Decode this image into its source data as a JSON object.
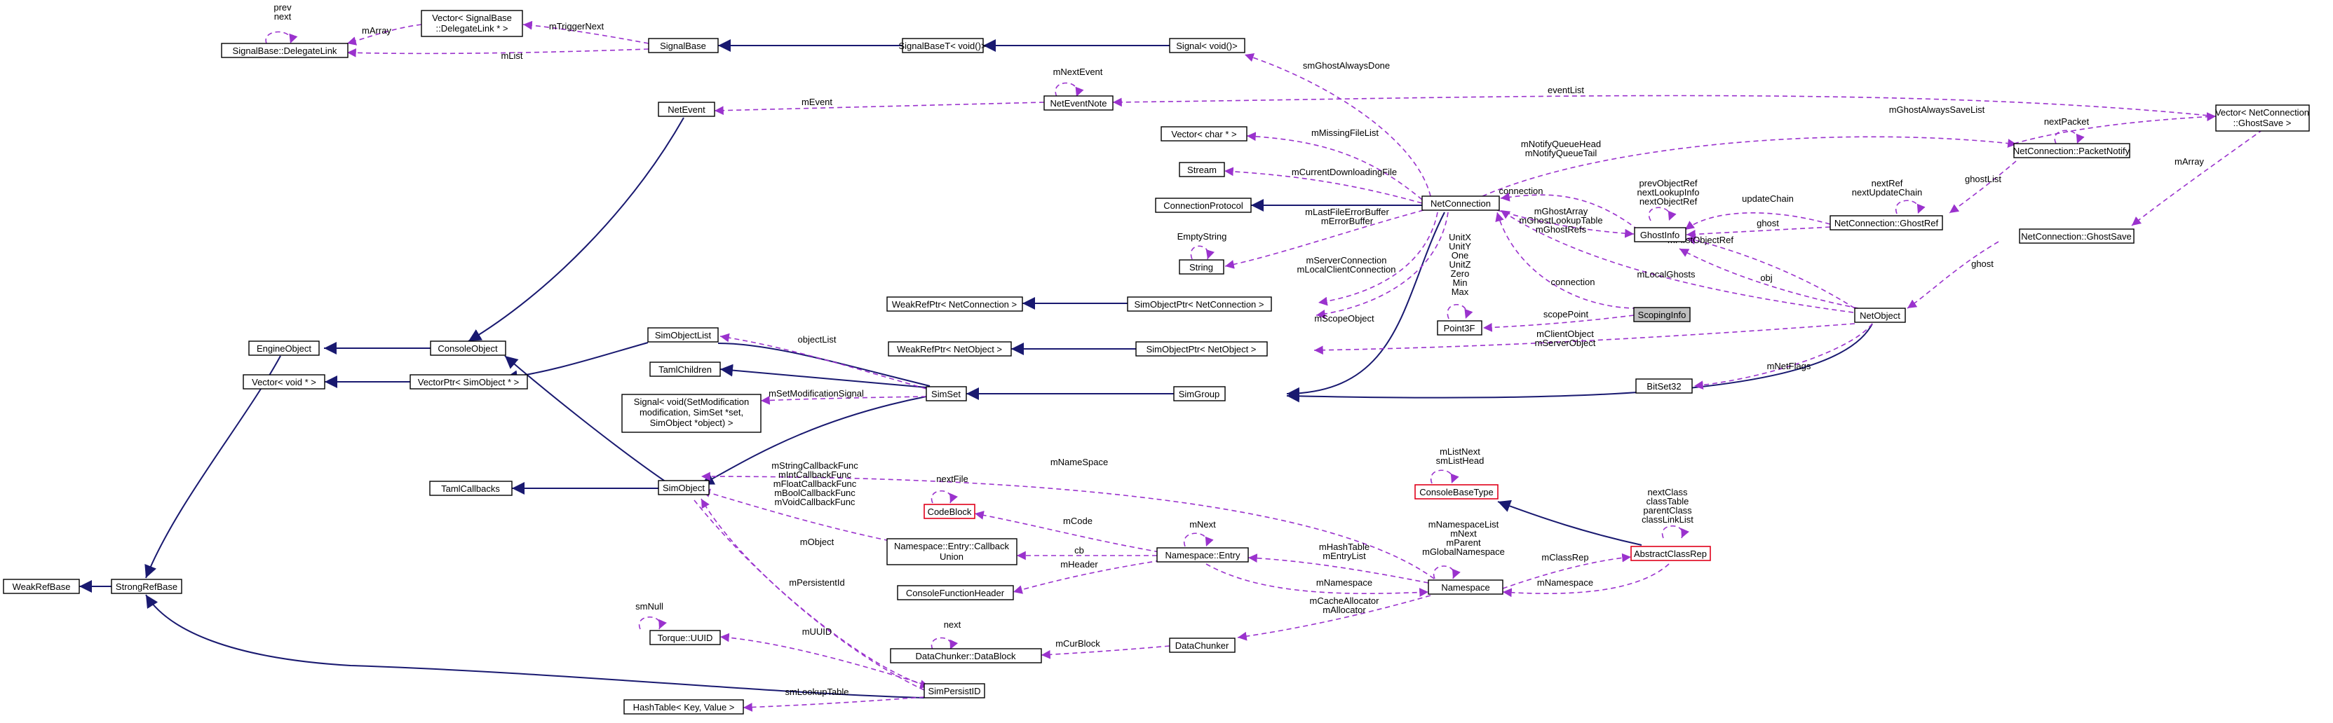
{
  "colors": {
    "inheritance": "#191970",
    "usage": "#9a32cd",
    "highlight_fill": "#bfbfbf",
    "incomplete_border": "#e0001a"
  },
  "nodes": {
    "signalbase_delegatelink": "SignalBase::DelegateLink",
    "vector_signalbase": [
      "Vector< SignalBase",
      "::DelegateLink * >"
    ],
    "signalbase": "SignalBase",
    "signalbaset": "SignalBaseT< void()>",
    "signal_void": "Signal< void()>",
    "netevent": "NetEvent",
    "neteventnote": "NetEventNote",
    "vector_char": "Vector< char * >",
    "stream": "Stream",
    "connectionprotocol": "ConnectionProtocol",
    "netconnection": "NetConnection",
    "packetnotify": "NetConnection::PacketNotify",
    "vector_ghostsave": [
      "Vector< NetConnection",
      "::GhostSave >"
    ],
    "ghostinfo": "GhostInfo",
    "ghostref": "NetConnection::GhostRef",
    "ghostsave": "NetConnection::GhostSave",
    "string": "String",
    "weakrefptr_netconnection": "WeakRefPtr< NetConnection >",
    "simobjectptr_netconnection": "SimObjectPtr< NetConnection >",
    "point3f": "Point3F",
    "scopinginfo": "ScopingInfo",
    "netobject": "NetObject",
    "engineobject": "EngineObject",
    "consoleobject": "ConsoleObject",
    "simobjectlist": "SimObjectList",
    "weakrefptr_netobject": "WeakRefPtr< NetObject >",
    "simobjectptr_netobject": "SimObjectPtr< NetObject >",
    "tamlchildren": "TamlChildren",
    "vector_voidptr": "Vector< void * >",
    "vectorptr_simobject": "VectorPtr< SimObject * >",
    "simset": "SimSet",
    "simgroup": "SimGroup",
    "bitset32": "BitSet32",
    "signal_setmod": [
      "Signal< void(SetModification",
      "modification, SimSet *set,",
      "SimObject *object) >"
    ],
    "tamlcallbacks": "TamlCallbacks",
    "simobject": "SimObject",
    "consolebasetype": "ConsoleBaseType",
    "codeblock": "CodeBlock",
    "abstractclassrep": "AbstractClassRep",
    "callbackunion": [
      "Namespace::Entry::Callback",
      "Union"
    ],
    "namespace_entry": "Namespace::Entry",
    "consolefunctionheader": "ConsoleFunctionHeader",
    "namespace": "Namespace",
    "weakrefbase": "WeakRefBase",
    "strongrefbase": "StrongRefBase",
    "torque_uuid": "Torque::UUID",
    "datachunker_datablock": "DataChunker::DataBlock",
    "datachunker": "DataChunker",
    "simpersistid": "SimPersistID",
    "hashtable": "HashTable< Key, Value >"
  },
  "edge_labels": {
    "prev_next": [
      "prev",
      "next"
    ],
    "marray": "mArray",
    "mtriggernext": "mTriggerNext",
    "mlist": "mList",
    "smghostalwaysdone": "smGhostAlwaysDone",
    "mnextevent": "mNextEvent",
    "mevent": "mEvent",
    "eventlist": "eventList",
    "mghostalwayssavelist": "mGhostAlwaysSaveList",
    "nextpacket": "nextPacket",
    "mnotifyqueue": [
      "mNotifyQueueHead",
      "mNotifyQueueTail"
    ],
    "mmissingfilelist": "mMissingFileList",
    "mcurrentdownloadingfile": "mCurrentDownloadingFile",
    "marray_ghostsave": "mArray",
    "ghostlist": "ghostList",
    "connection_1": "connection",
    "prevobjectref": [
      "prevObjectRef",
      "nextLookupInfo",
      "nextObjectRef"
    ],
    "updatechain": "updateChain",
    "nextref": [
      "nextRef",
      "nextUpdateChain"
    ],
    "mlastfileerror": [
      "mLastFileErrorBuffer",
      "mErrorBuffer"
    ],
    "mghostarray": [
      "mGhostArray",
      "mGhostLookupTable",
      "mGhostRefs"
    ],
    "ghost_1": "ghost",
    "emptystring": "EmptyString",
    "unitx": [
      "UnitX",
      "UnitY",
      "One",
      "UnitZ",
      "Zero",
      "Min",
      "Max"
    ],
    "mfirstobjectref": "mFirstObjectRef",
    "mserverconnection": [
      "mServerConnection",
      "mLocalClientConnection"
    ],
    "connection_2": "connection",
    "mlocalghosts": "mLocalGhosts",
    "obj": "obj",
    "ghost_2": "ghost",
    "mscopeobject": "mScopeObject",
    "scopepoint": "scopePoint",
    "objectlist": "objectList",
    "mclientobject": [
      "mClientObject",
      "mServerObject"
    ],
    "msetmodificationsignal": "mSetModificationSignal",
    "mnetflags": "mNetFlags",
    "mlistnext": [
      "mListNext",
      "smListHead"
    ],
    "nextfile": "nextFile",
    "mnamespace_1": "mNameSpace",
    "mcallbacks": [
      "mStringCallbackFunc",
      "mIntCallbackFunc",
      "mFloatCallbackFunc",
      "mBoolCallbackFunc",
      "mVoidCallbackFunc"
    ],
    "nextclass": [
      "nextClass",
      "classTable",
      "parentClass",
      "classLinkList"
    ],
    "mcode": "mCode",
    "mnext": "mNext",
    "mnamespacelist": [
      "mNamespaceList",
      "mNext",
      "mParent",
      "mGlobalNamespace"
    ],
    "cb": "cb",
    "mhashtable": [
      "mHashTable",
      "mEntryList"
    ],
    "mclassrep": "mClassRep",
    "mobject": "mObject",
    "mheader": "mHeader",
    "mnamespace_2": "mNamespace",
    "mnamespace_3": "mNamespace",
    "mpersistentid": "mPersistentId",
    "smnull": "smNull",
    "mcacheallocator": [
      "mCacheAllocator",
      "mAllocator"
    ],
    "muuid": "mUUID",
    "next": "next",
    "mcurblock": "mCurBlock",
    "smlookuptable": "smLookupTable"
  }
}
